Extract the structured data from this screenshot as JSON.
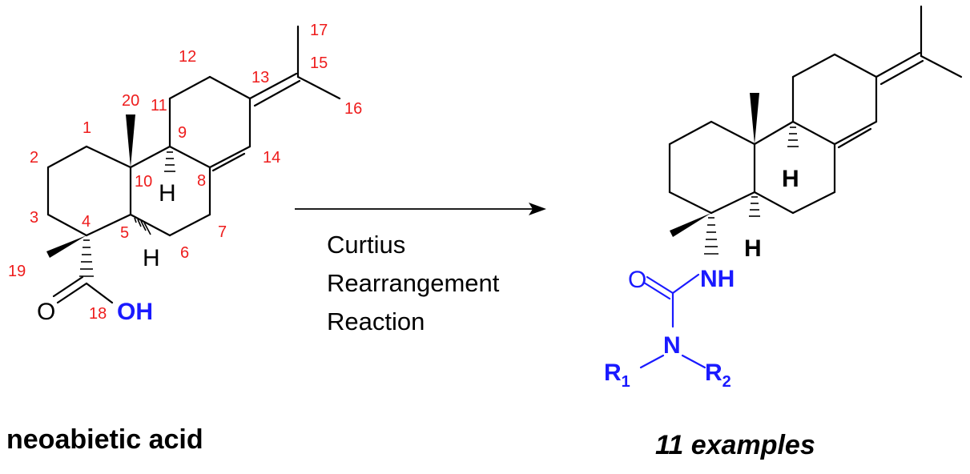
{
  "reactant": {
    "caption": "neoabietic acid",
    "atoms": {
      "O_carbonyl": "O",
      "OH": "OH",
      "H9": "H",
      "H5": "H"
    },
    "numbers": [
      "1",
      "2",
      "3",
      "4",
      "5",
      "6",
      "7",
      "8",
      "9",
      "10",
      "11",
      "12",
      "13",
      "14",
      "15",
      "16",
      "17",
      "18",
      "19",
      "20"
    ]
  },
  "conditions": {
    "line1": "Curtius",
    "line2": "Rearrangement",
    "line3": "Reaction"
  },
  "product": {
    "caption": "11 examples",
    "atoms": {
      "O": "O",
      "NH": "NH",
      "N": "N",
      "R1": "R",
      "R1_sub": "1",
      "R2": "R",
      "R2_sub": "2",
      "H9": "H",
      "H5": "H"
    }
  },
  "colors": {
    "bond": "#000000",
    "numbering": "#ee1c1c",
    "functional_group": "#1a1aff"
  }
}
